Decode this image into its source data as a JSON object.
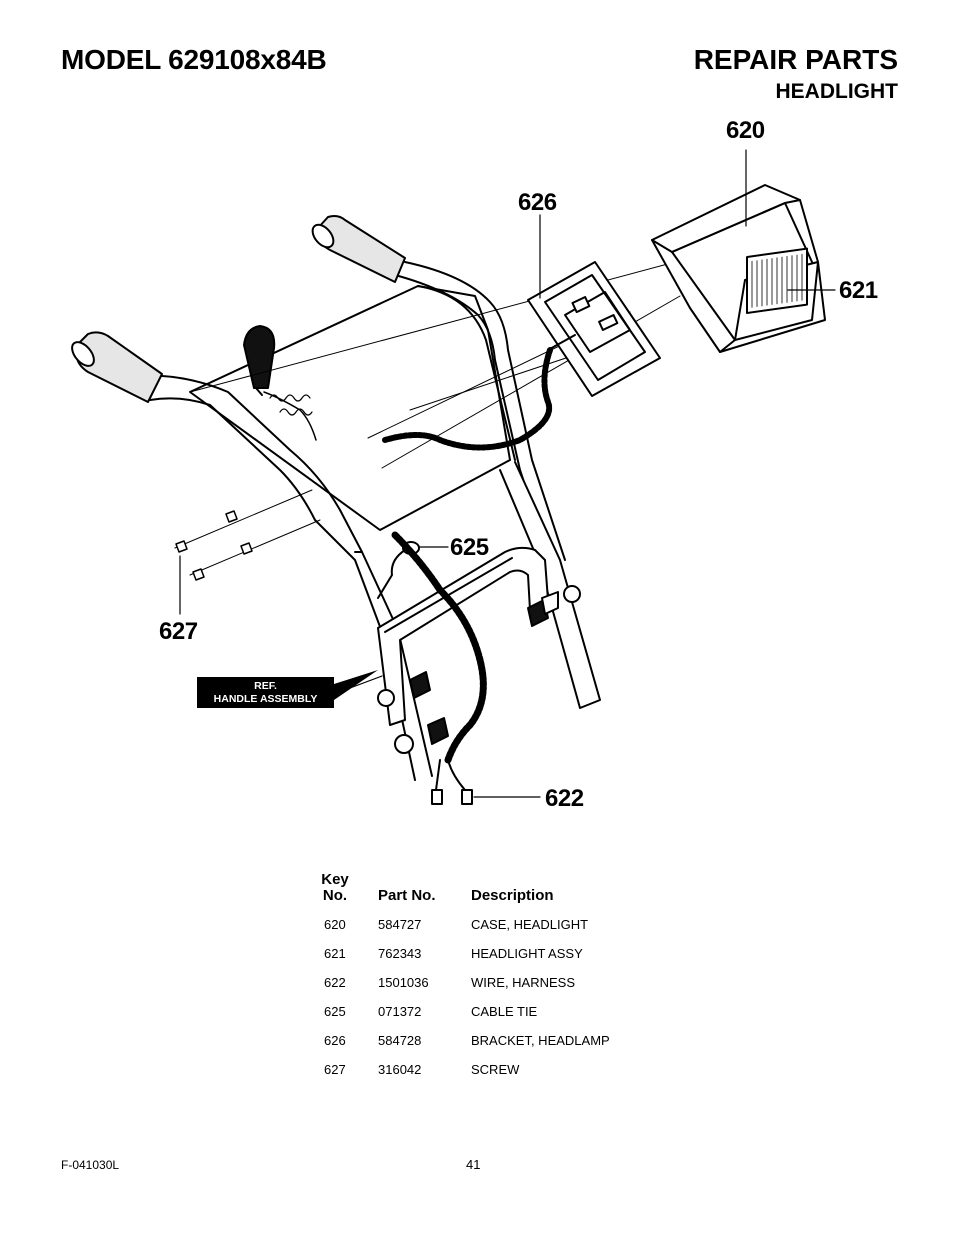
{
  "header": {
    "model": "MODEL 629108x84B",
    "section": "REPAIR PARTS",
    "subsection": "HEADLIGHT"
  },
  "diagram": {
    "callouts": [
      "620",
      "621",
      "622",
      "625",
      "626",
      "627"
    ],
    "ref_label_line1": "REF.",
    "ref_label_line2": "HANDLE ASSEMBLY"
  },
  "parts_table": {
    "headers": {
      "key_line1": "Key",
      "key_line2": "No.",
      "part_no": "Part No.",
      "description": "Description"
    },
    "rows": [
      {
        "key": "620",
        "part": "584727",
        "desc": "CASE, HEADLIGHT"
      },
      {
        "key": "621",
        "part": "762343",
        "desc": "HEADLIGHT ASSY"
      },
      {
        "key": "622",
        "part": "1501036",
        "desc": "WIRE, HARNESS"
      },
      {
        "key": "625",
        "part": "071372",
        "desc": "CABLE TIE"
      },
      {
        "key": "626",
        "part": "584728",
        "desc": "BRACKET, HEADLAMP"
      },
      {
        "key": "627",
        "part": "316042",
        "desc": "SCREW"
      }
    ]
  },
  "footer": {
    "form_no": "F-041030L",
    "page": "41"
  }
}
